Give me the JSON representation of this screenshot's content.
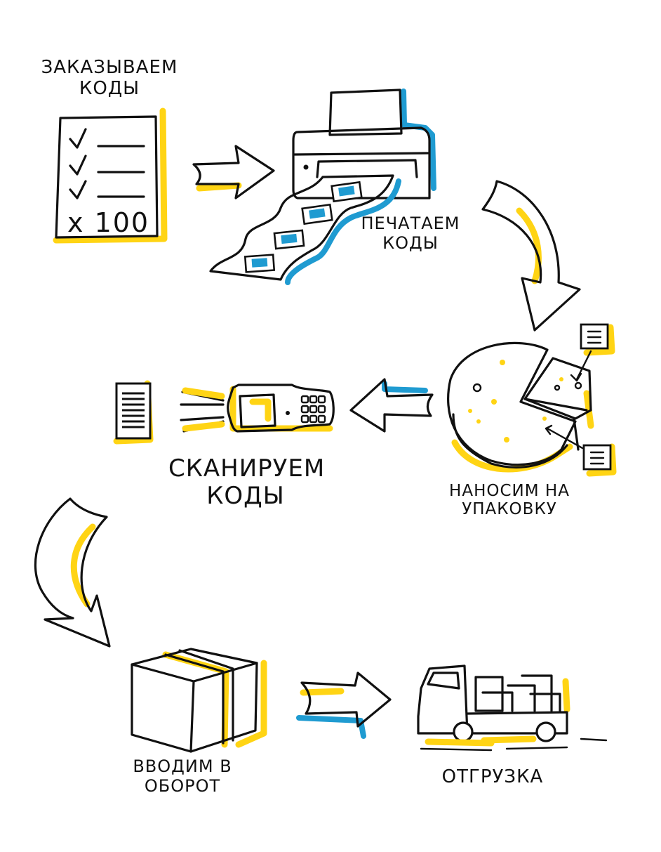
{
  "colors": {
    "yellow": "#ffd414",
    "blue": "#1f9bd1",
    "ink": "#111111",
    "paper": "#ffffff"
  },
  "steps": {
    "order_codes": {
      "label": "заказываем коды",
      "checklist_count": "x 100",
      "icon": "checklist-icon"
    },
    "print_codes": {
      "label": "печатаем коды",
      "icon": "printer-icon"
    },
    "apply_codes": {
      "label": "наносим на упаковку",
      "icon": "cheese-icon"
    },
    "scan_codes": {
      "label": "сканируем коды",
      "icon": "barcode-scanner-icon"
    },
    "put_into_circulation": {
      "label": "вводим в оборот",
      "icon": "box-icon"
    },
    "shipment": {
      "label": "отгрузка",
      "icon": "truck-icon"
    }
  }
}
